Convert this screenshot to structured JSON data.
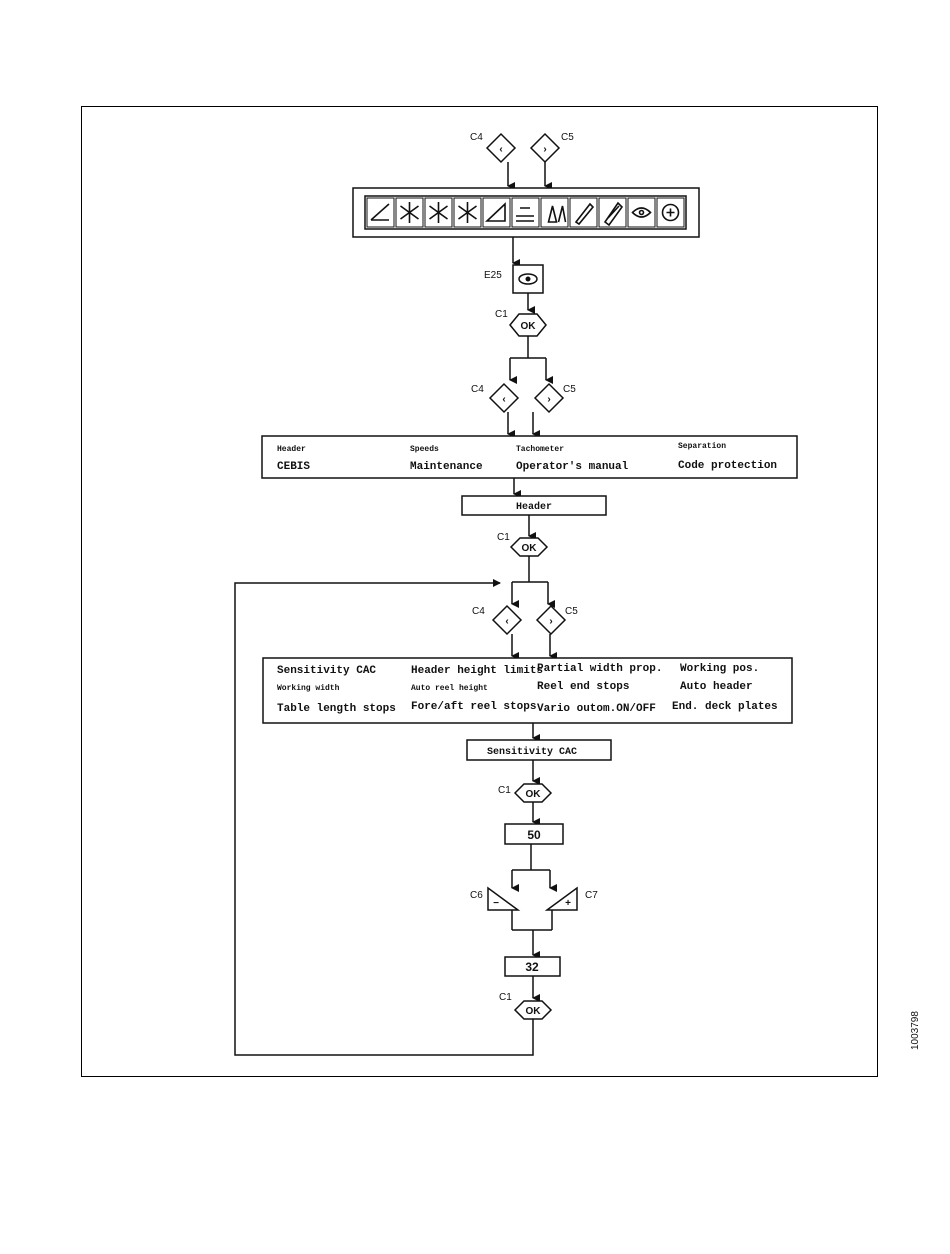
{
  "figure_id": "1003798",
  "keys": {
    "c1": "C1",
    "c4": "C4",
    "c5": "C5",
    "c6": "C6",
    "c7": "C7",
    "e25": "E25",
    "ok": "OK"
  },
  "toolbar_icons": [
    "header-icon",
    "speeds-icon",
    "separation-icon",
    "cleaning-icon",
    "chopper-icon",
    "tank-icon",
    "tacho-icon",
    "calibration-icon",
    "maintenance-icon",
    "eye-icon",
    "code-icon"
  ],
  "main_menu": {
    "row1": [
      "Header",
      "Speeds",
      "Tachometer",
      "Separation"
    ],
    "row2": [
      "CEBIS",
      "Maintenance",
      "Operator's manual",
      "Code protection"
    ]
  },
  "header_selected": "Header",
  "header_menu": {
    "row1": [
      "Sensitivity CAC",
      "Header height limits",
      "Partial width prop.",
      "Working pos."
    ],
    "row2": [
      "Working width",
      "Auto reel height",
      "Reel end stops",
      "Auto header"
    ],
    "row3": [
      "Table length stops",
      "Fore/aft reel stops",
      "Vario outom.ON/OFF",
      "End. deck plates"
    ]
  },
  "sub_selected": "Sensitivity CAC",
  "value_before": "50",
  "value_after": "32",
  "minus_symbol": "−",
  "plus_symbol": "+"
}
